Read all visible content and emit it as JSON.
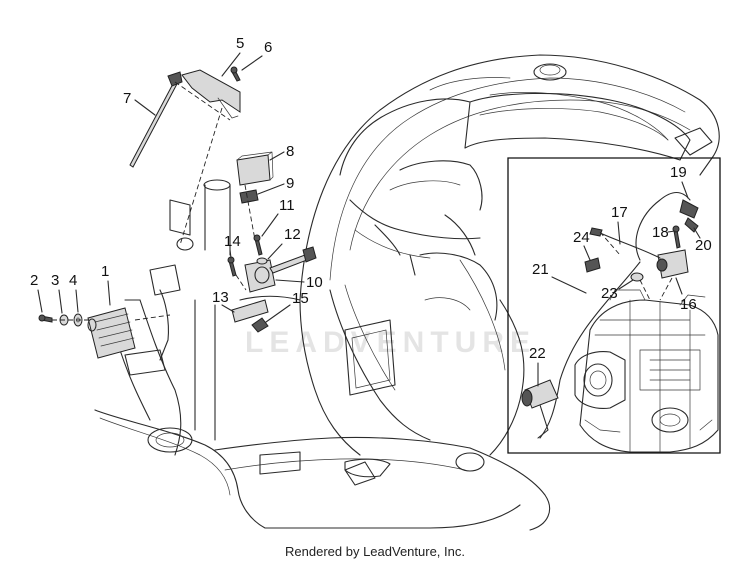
{
  "callouts": [
    {
      "id": "1",
      "text": "1"
    },
    {
      "id": "2",
      "text": "2"
    },
    {
      "id": "3",
      "text": "3"
    },
    {
      "id": "4",
      "text": "4"
    },
    {
      "id": "5",
      "text": "5"
    },
    {
      "id": "6",
      "text": "6"
    },
    {
      "id": "7",
      "text": "7"
    },
    {
      "id": "8",
      "text": "8"
    },
    {
      "id": "9",
      "text": "9"
    },
    {
      "id": "10",
      "text": "10"
    },
    {
      "id": "11",
      "text": "11"
    },
    {
      "id": "12",
      "text": "12"
    },
    {
      "id": "13",
      "text": "13"
    },
    {
      "id": "14",
      "text": "14"
    },
    {
      "id": "15",
      "text": "15"
    },
    {
      "id": "16",
      "text": "16"
    },
    {
      "id": "17",
      "text": "17"
    },
    {
      "id": "18",
      "text": "18"
    },
    {
      "id": "19",
      "text": "19"
    },
    {
      "id": "20",
      "text": "20"
    },
    {
      "id": "21",
      "text": "21"
    },
    {
      "id": "22",
      "text": "22"
    },
    {
      "id": "23",
      "text": "23"
    },
    {
      "id": "24",
      "text": "24"
    }
  ],
  "watermark": "LEADVENTURE",
  "footer": "Rendered by LeadVenture, Inc."
}
